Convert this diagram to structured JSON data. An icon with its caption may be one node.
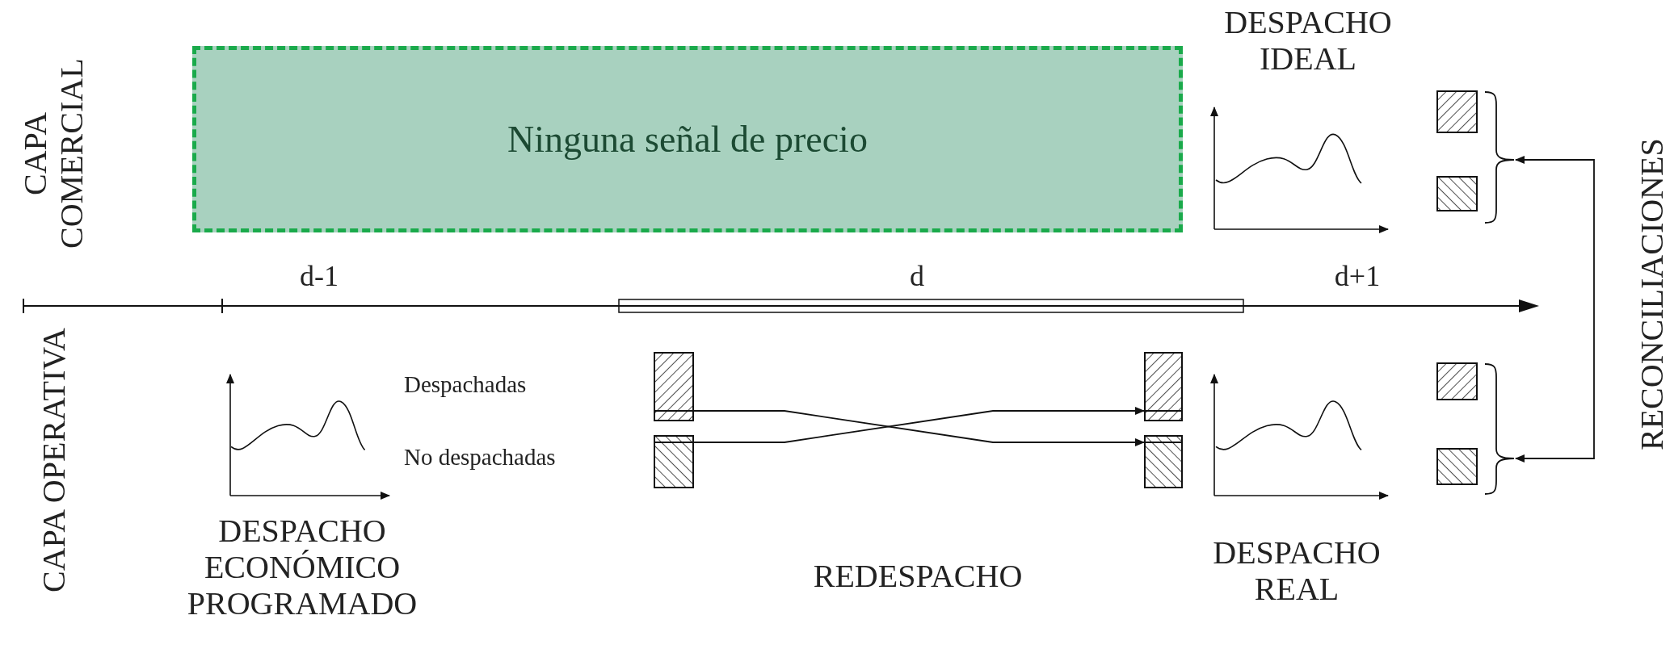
{
  "diagram": {
    "nodes": [
      {
        "text": [
          "Ninguna señal de precio"
        ]
      },
      {
        "text": [],
        "shape": "box"
      },
      {
        "text": [],
        "shape": "box"
      },
      {
        "text": [],
        "shape": "brace"
      },
      {
        "text": [],
        "shape": "box"
      },
      {
        "text": [],
        "shape": "box"
      },
      {
        "text": [],
        "shape": "box"
      },
      {
        "text": [],
        "shape": "box"
      },
      {
        "text": [],
        "shape": "box"
      },
      {
        "text": [],
        "shape": "box"
      },
      {
        "text": [],
        "shape": "brace"
      }
    ],
    "edges": [
      {
        "from": 4,
        "to": 7,
        "arrow": "to"
      },
      {
        "from": 5,
        "to": 6,
        "arrow": "to"
      },
      {
        "from": 3,
        "to": 10,
        "arrow": "both"
      }
    ],
    "labels": [
      "DESPACHO IDEAL",
      "CAPA COMERCIAL",
      "RECONCILIACIONES",
      "d-1",
      "d",
      "d+1",
      "CAPA OPERATIVA",
      "Despachadas",
      "No despachadas",
      "DESPACHO ECONÓMICO PROGRAMADO",
      "REDESPACHO",
      "DESPACHO REAL"
    ]
  }
}
